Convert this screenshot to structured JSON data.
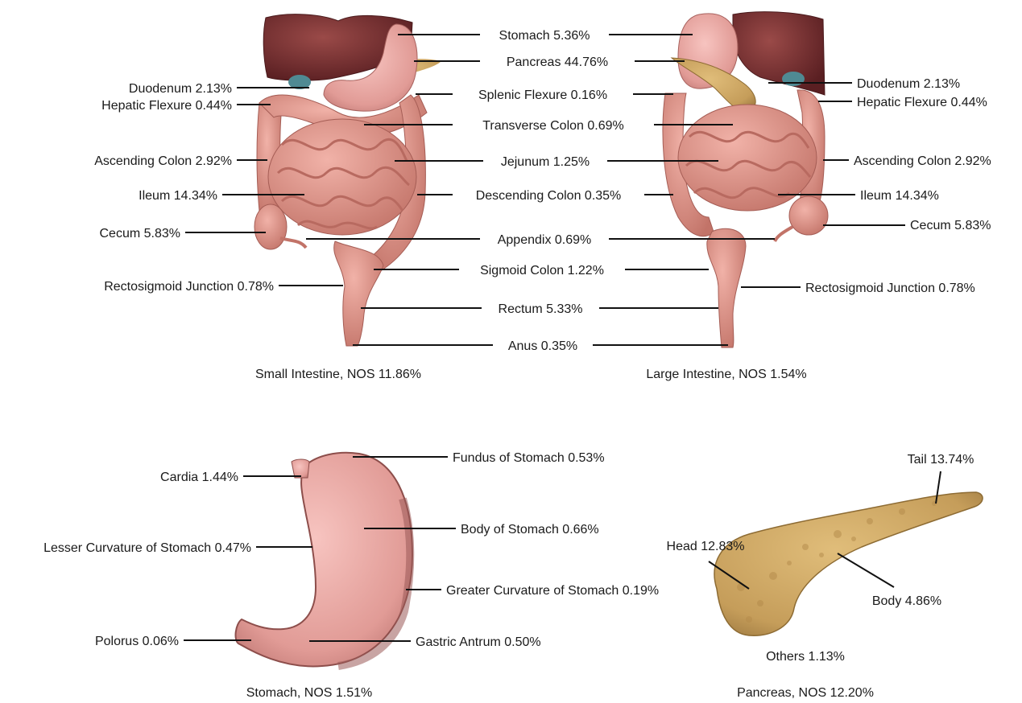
{
  "panels": {
    "front": {
      "caption": "Small Intestine, NOS 11.86%",
      "labels": {
        "stomach": "Stomach 5.36%",
        "pancreas": "Pancreas 44.76%",
        "duodenum": "Duodenum 2.13%",
        "hepatic_flexure": "Hepatic Flexure 0.44%",
        "splenic_flexure": "Splenic Flexure 0.16%",
        "transverse_colon": "Transverse Colon 0.69%",
        "ascending_colon": "Ascending Colon 2.92%",
        "jejunum": "Jejunum 1.25%",
        "ileum": "Ileum 14.34%",
        "descending_colon": "Descending Colon 0.35%",
        "cecum": "Cecum 5.83%",
        "appendix": "Appendix 0.69%",
        "sigmoid_colon": "Sigmoid Colon 1.22%",
        "rectosigmoid_junction": "Rectosigmoid Junction 0.78%",
        "rectum": "Rectum 5.33%",
        "anus": "Anus 0.35%"
      }
    },
    "back": {
      "caption": "Large Intestine, NOS 1.54%",
      "labels": {
        "duodenum": "Duodenum 2.13%",
        "hepatic_flexure": "Hepatic Flexure 0.44%",
        "ascending_colon": "Ascending Colon 2.92%",
        "ileum": "Ileum 14.34%",
        "cecum": "Cecum 5.83%",
        "rectosigmoid_junction": "Rectosigmoid Junction 0.78%"
      }
    },
    "stomach": {
      "caption": "Stomach, NOS 1.51%",
      "labels": {
        "cardia": "Cardia 1.44%",
        "fundus": "Fundus of Stomach 0.53%",
        "body": "Body of Stomach 0.66%",
        "lesser_curvature": "Lesser Curvature of Stomach 0.47%",
        "greater_curvature": "Greater Curvature of Stomach 0.19%",
        "polorus": "Polorus 0.06%",
        "gastric_antrum": "Gastric Antrum 0.50%"
      }
    },
    "pancreas": {
      "caption": "Pancreas, NOS 12.20%",
      "labels": {
        "tail": "Tail 13.74%",
        "head": "Head 12.83%",
        "body": "Body 4.86%",
        "others": "Others 1.13%"
      }
    }
  },
  "colors": {
    "liver": "#7a2e2e",
    "intestine": "#d9897f",
    "intestine_dark": "#b4665d",
    "stomach": "#e8a4a0",
    "stomach_dark": "#9b5a57",
    "pancreas": "#c9a361",
    "pancreas_dark": "#8d6b33",
    "gallbladder": "#4f8a93"
  }
}
